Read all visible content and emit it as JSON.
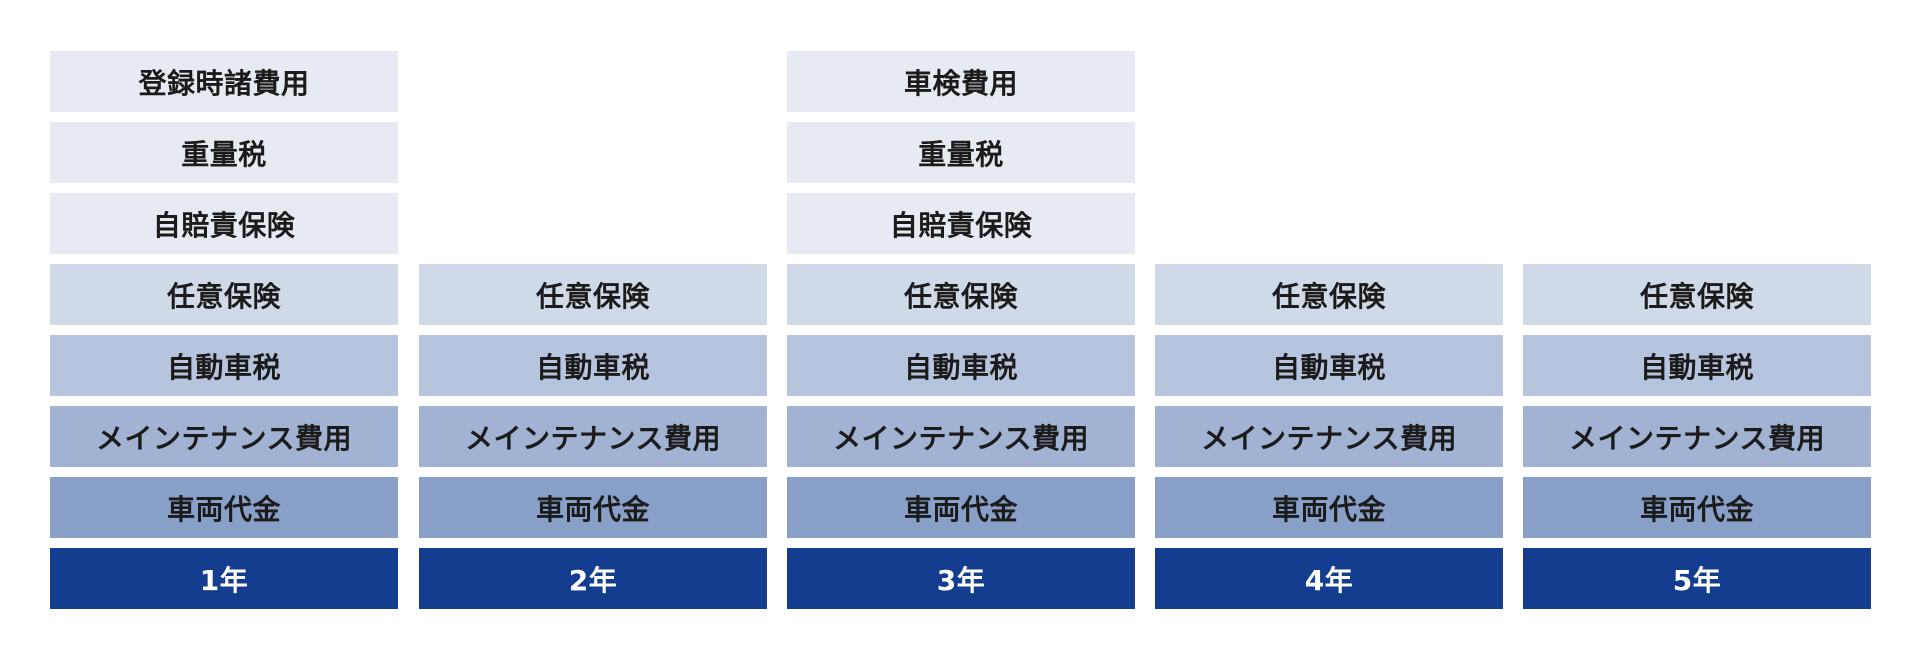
{
  "columns": [
    {
      "year": "1年",
      "extra": [
        "登録時諸費用",
        "重量税",
        "自賠責保険"
      ],
      "insurance": "任意保険",
      "car_tax": "自動車税",
      "maintenance": "メインテナンス費用",
      "vehicle": "車両代金"
    },
    {
      "year": "2年",
      "insurance": "任意保険",
      "car_tax": "自動車税",
      "maintenance": "メインテナンス費用",
      "vehicle": "車両代金"
    },
    {
      "year": "3年",
      "extra": [
        "車検費用",
        "重量税",
        "自賠責保険"
      ],
      "insurance": "任意保険",
      "car_tax": "自動車税",
      "maintenance": "メインテナンス費用",
      "vehicle": "車両代金"
    },
    {
      "year": "4年",
      "insurance": "任意保険",
      "car_tax": "自動車税",
      "maintenance": "メインテナンス費用",
      "vehicle": "車両代金"
    },
    {
      "year": "5年",
      "insurance": "任意保険",
      "car_tax": "自動車税",
      "maintenance": "メインテナンス費用",
      "vehicle": "車両代金"
    }
  ],
  "colors": {
    "top_costs": "#e6eaf2",
    "insurance": "#d0d9e8",
    "car_tax": "#b7c4dd",
    "maintenance": "#a1b2d3",
    "vehicle": "#889fc8",
    "year": "#143d8f"
  }
}
